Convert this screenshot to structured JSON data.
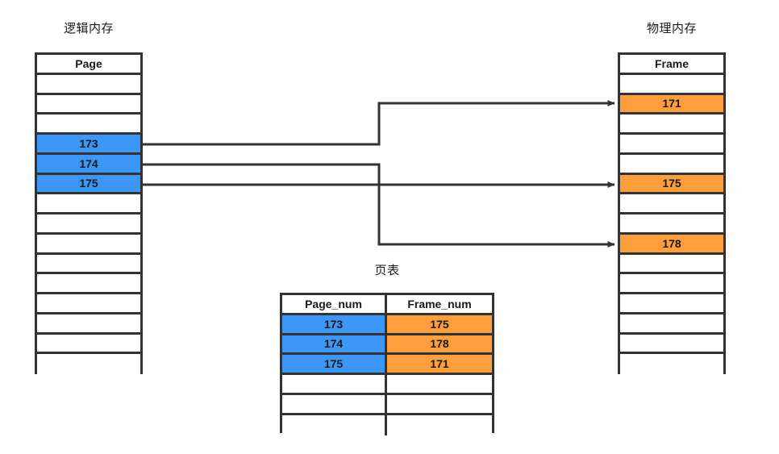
{
  "captions": {
    "logical_memory": "逻辑内存",
    "physical_memory": "物理内存",
    "page_table": "页表"
  },
  "colors": {
    "page_highlight": "#3d97f7",
    "frame_highlight": "#ff9e3c",
    "border": "#333333",
    "background": "#ffffff"
  },
  "logical_memory": {
    "header": "Page",
    "rows": [
      {
        "label": "",
        "highlight": "none"
      },
      {
        "label": "",
        "highlight": "none"
      },
      {
        "label": "",
        "highlight": "none"
      },
      {
        "label": "173",
        "highlight": "blue"
      },
      {
        "label": "174",
        "highlight": "blue"
      },
      {
        "label": "175",
        "highlight": "blue"
      },
      {
        "label": "",
        "highlight": "none"
      },
      {
        "label": "",
        "highlight": "none"
      },
      {
        "label": "",
        "highlight": "none"
      },
      {
        "label": "",
        "highlight": "none"
      },
      {
        "label": "",
        "highlight": "none"
      },
      {
        "label": "",
        "highlight": "none"
      },
      {
        "label": "",
        "highlight": "none"
      },
      {
        "label": "",
        "highlight": "none"
      },
      {
        "label": "",
        "highlight": "none"
      }
    ]
  },
  "physical_memory": {
    "header": "Frame",
    "rows": [
      {
        "label": "",
        "highlight": "none"
      },
      {
        "label": "171",
        "highlight": "orange"
      },
      {
        "label": "",
        "highlight": "none"
      },
      {
        "label": "",
        "highlight": "none"
      },
      {
        "label": "",
        "highlight": "none"
      },
      {
        "label": "175",
        "highlight": "orange"
      },
      {
        "label": "",
        "highlight": "none"
      },
      {
        "label": "",
        "highlight": "none"
      },
      {
        "label": "178",
        "highlight": "orange"
      },
      {
        "label": "",
        "highlight": "none"
      },
      {
        "label": "",
        "highlight": "none"
      },
      {
        "label": "",
        "highlight": "none"
      },
      {
        "label": "",
        "highlight": "none"
      },
      {
        "label": "",
        "highlight": "none"
      },
      {
        "label": "",
        "highlight": "none"
      }
    ]
  },
  "page_table": {
    "headers": [
      "Page_num",
      "Frame_num"
    ],
    "rows": [
      {
        "page_num": "173",
        "frame_num": "175",
        "highlight": true
      },
      {
        "page_num": "174",
        "frame_num": "178",
        "highlight": true
      },
      {
        "page_num": "175",
        "frame_num": "171",
        "highlight": true
      },
      {
        "page_num": "",
        "frame_num": "",
        "highlight": false
      },
      {
        "page_num": "",
        "frame_num": "",
        "highlight": false
      },
      {
        "page_num": "",
        "frame_num": "",
        "highlight": false
      }
    ]
  },
  "mappings": [
    {
      "from_page": "173",
      "to_frame": "175"
    },
    {
      "from_page": "174",
      "to_frame": "178"
    },
    {
      "from_page": "175",
      "to_frame": "171"
    }
  ]
}
